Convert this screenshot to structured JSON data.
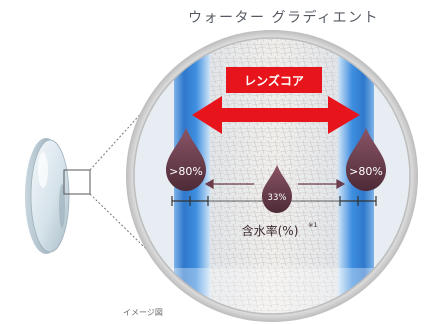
{
  "title": "ウォーター グラディエント",
  "core_label": "レンズコア",
  "left_edge_value": ">80%",
  "center_value": "33%",
  "right_edge_value": ">80%",
  "water_content_label": "含水率(%)",
  "footnote_mark": "※1",
  "caption": "イメージ図",
  "colors": {
    "core_arrow": "#e8141c",
    "drop": "#6b3c4c",
    "surface_blue": "#3a86d6",
    "core_fiber": "#e9e6e2",
    "title": "#555a62"
  }
}
